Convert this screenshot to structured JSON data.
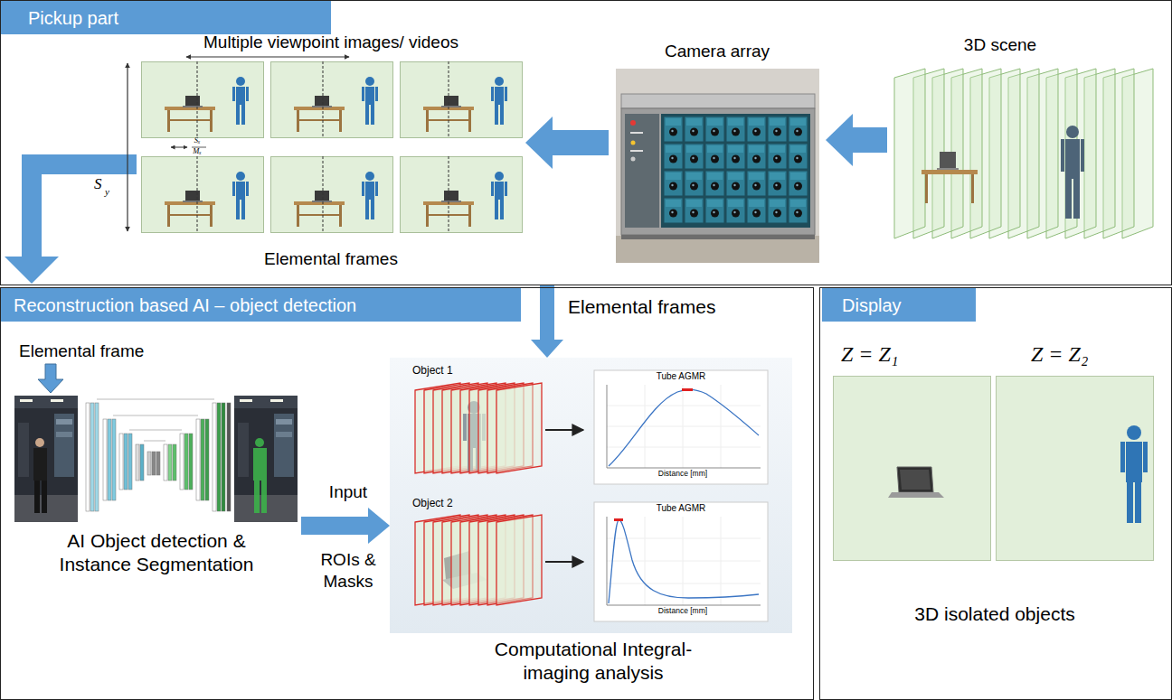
{
  "diagram": {
    "nodes": [
      {
        "text": [
          "Pickup part"
        ]
      },
      {
        "text": [
          "Multiple viewpoint images/ videos",
          "Elemental frames"
        ],
        "in": 0
      },
      {
        "text": [
          "Camera array"
        ],
        "in": 0
      },
      {
        "text": [
          "3D scene"
        ],
        "in": 0
      },
      {
        "text": [
          "Reconstruction based AI – object detection"
        ]
      },
      {
        "text": [
          "Elemental frame",
          "AI Object detection & Instance Segmentation"
        ],
        "in": 4
      },
      {
        "text": [
          "Object 1",
          "Tube AGMR",
          "Object 2",
          "Tube AGMR",
          "Computational Integral-imaging analysis"
        ],
        "in": 4
      },
      {
        "text": [
          "Display",
          "3D isolated objects"
        ]
      },
      {
        "text": [
          "Z = Z₁"
        ],
        "in": 7
      },
      {
        "text": [
          "Z = Z₂"
        ],
        "in": 7
      }
    ],
    "edges": [
      {
        "from": 3,
        "to": 2,
        "arrow": "to"
      },
      {
        "from": 2,
        "to": 1,
        "arrow": "to"
      },
      {
        "from": 1,
        "to": 4,
        "arrow": "to"
      },
      {
        "from": 0,
        "to": 6,
        "arrow": "to",
        "label": "Elemental frames"
      },
      {
        "from": 5,
        "to": 6,
        "arrow": "to",
        "label": "Input"
      }
    ],
    "labels": [
      "S",
      "y",
      "Sₓ",
      "Mₓ",
      "ROIs & Masks",
      "Distance [mm]",
      "Distance [mm]"
    ]
  }
}
